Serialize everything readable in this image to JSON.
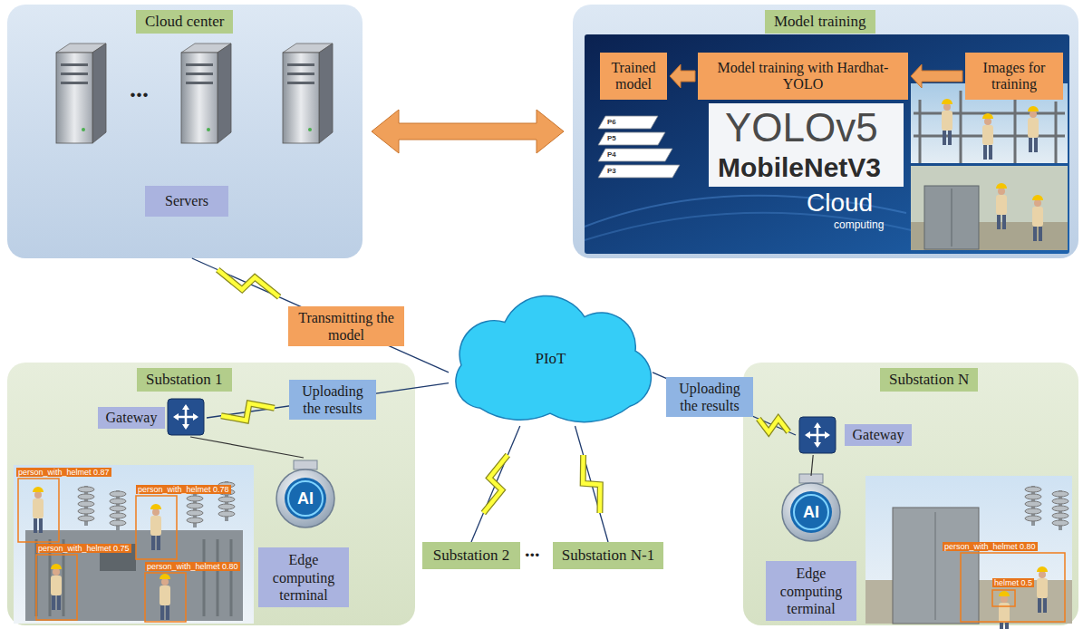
{
  "diagram": {
    "nodes": [
      {
        "text": [
          "Cloud center"
        ]
      },
      {
        "text": [
          "Servers"
        ],
        "in": 0
      },
      {
        "text": [
          "Model training"
        ]
      },
      {
        "text": [
          "Trained model"
        ],
        "in": 2
      },
      {
        "text": [
          "Model training with Hardhat-YOLO"
        ],
        "in": 2
      },
      {
        "text": [
          "Images for training"
        ],
        "in": 2
      },
      {
        "text": [
          "PIoT"
        ]
      },
      {
        "text": [
          "Substation 1"
        ]
      },
      {
        "text": [
          "Gateway"
        ],
        "in": 7
      },
      {
        "text": [
          "Edge computing terminal"
        ],
        "in": 7
      },
      {
        "text": [
          "Substation 2"
        ]
      },
      {
        "text": [
          "Substation N-1"
        ]
      },
      {
        "text": [
          "Substation N"
        ]
      },
      {
        "text": [
          "Gateway"
        ],
        "in": 12
      },
      {
        "text": [
          "Edge computing terminal"
        ],
        "in": 12
      }
    ],
    "edges": [
      {
        "from": 0,
        "to": 2,
        "arrow": "both"
      },
      {
        "from": 5,
        "to": 4,
        "arrow": "to"
      },
      {
        "from": 4,
        "to": 3,
        "arrow": "to"
      },
      {
        "from": 0,
        "to": 6,
        "label": "Transmitting the model",
        "arrow": "none"
      },
      {
        "from": 8,
        "to": 6,
        "label": "Uploading the results",
        "arrow": "none"
      },
      {
        "from": 10,
        "to": 6,
        "arrow": "none"
      },
      {
        "from": 11,
        "to": 6,
        "arrow": "none"
      },
      {
        "from": 13,
        "to": 6,
        "label": "Uploading the results",
        "arrow": "none"
      },
      {
        "from": 8,
        "to": 9,
        "arrow": "none"
      },
      {
        "from": 13,
        "to": 14,
        "arrow": "none"
      }
    ],
    "labels": [
      "...",
      "YOLOv5",
      "MobileNetV3",
      "Cloud",
      "computing",
      "P6",
      "P5",
      "P4",
      "P3",
      "...",
      "AI",
      "AI",
      "person_with_helmet 0.87",
      "person_with_helmet 0.75",
      "person_with_helmet 0.78",
      "person_with_helmet 0.80",
      "person_with_helmet 0.80",
      "helmet 0.5"
    ]
  }
}
